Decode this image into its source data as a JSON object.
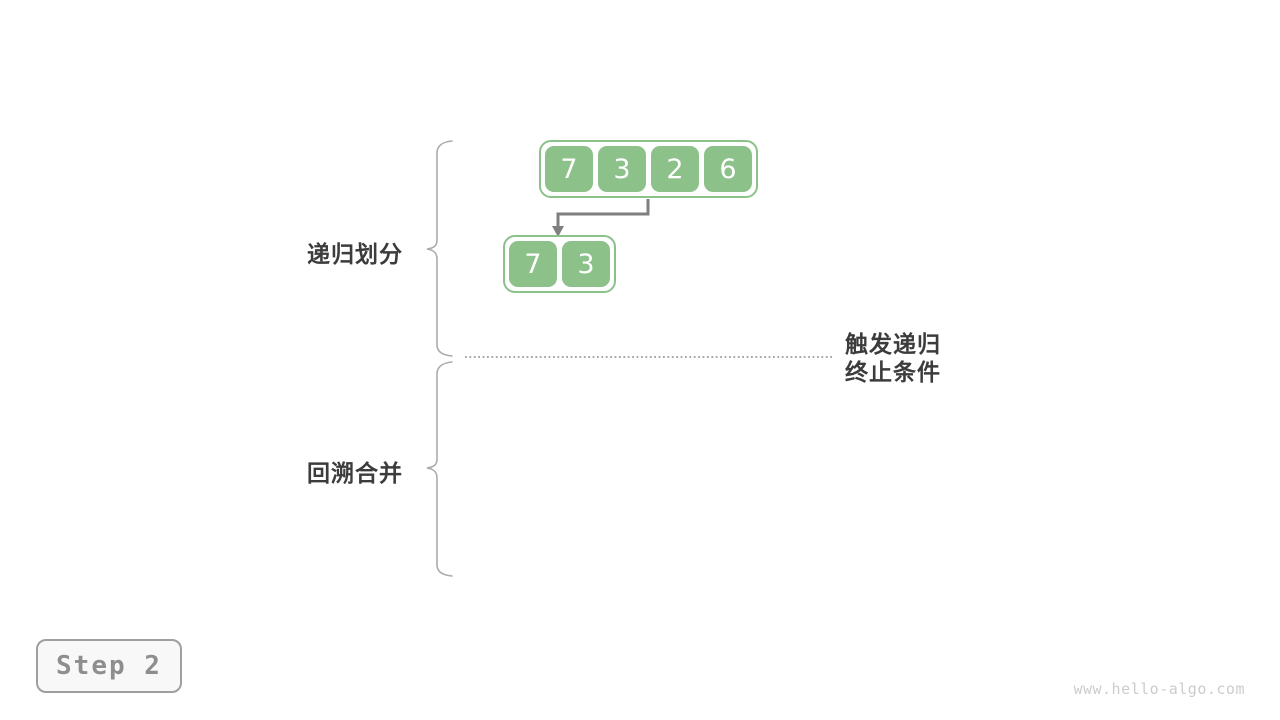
{
  "diagram": {
    "phase_labels": [
      {
        "text": "递归划分"
      },
      {
        "text": "回溯合并"
      }
    ],
    "annotation": {
      "line1": "触发递归",
      "line2": "终止条件"
    },
    "arrays": {
      "parent": {
        "values": [
          "7",
          "3",
          "2",
          "6"
        ]
      },
      "left_child": {
        "values": [
          "7",
          "3"
        ]
      }
    }
  },
  "step_badge": {
    "label": "Step 2"
  },
  "watermark": {
    "text": "www.hello-algo.com"
  },
  "colors": {
    "cell_green": "#8CC18A",
    "arrow_gray": "#7F7F7F",
    "brace_gray": "#ABABAB",
    "dotted_gray": "#9B9B9B",
    "label_dark": "#3C3C3C"
  }
}
